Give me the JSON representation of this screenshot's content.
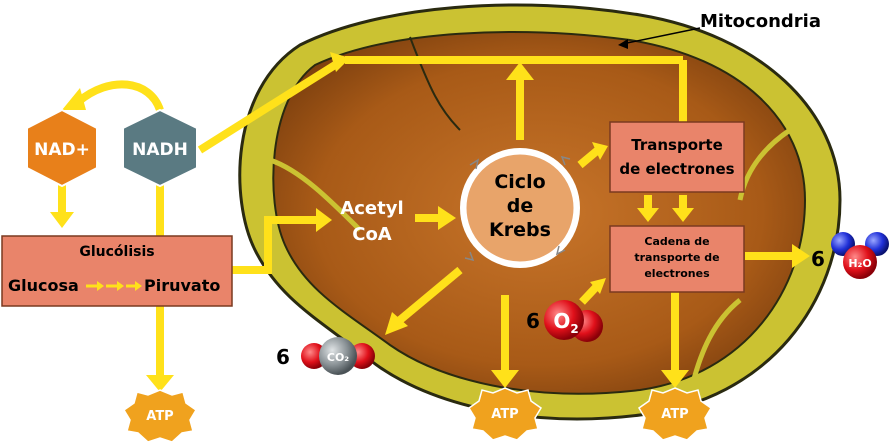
{
  "mitochondria_label": "Mitocondria",
  "hexagons": {
    "nad_plus": "NAD+",
    "nadh": "NADH"
  },
  "glycolysis": {
    "title": "Glucólisis",
    "glucose": "Glucosa",
    "pyruvate": "Piruvato"
  },
  "acetyl_coa": {
    "line1": "Acetyl",
    "line2": "CoA"
  },
  "krebs": {
    "line1": "Ciclo",
    "line2": "de",
    "line3": "Krebs"
  },
  "electron_transport": {
    "line1": "Transporte",
    "line2": "de electrones"
  },
  "transport_chain": {
    "line1": "Cadena de",
    "line2": "transporte de",
    "line3": "electrones"
  },
  "atp": [
    "ATP",
    "ATP",
    "ATP"
  ],
  "co2": {
    "count": "6",
    "label": "CO₂"
  },
  "o2": {
    "count": "6",
    "label": "O",
    "subscript": "2"
  },
  "h2o": {
    "count": "6",
    "label": "H₂O"
  },
  "colors": {
    "arrow": "#ffe11a",
    "box_fill": "#e9846a",
    "outer_membrane": "#cbc232",
    "matrix": "#b8671e",
    "nad_plus": "#e8801a",
    "nadh": "#5a7a82",
    "krebs_fill": "#e8a46a",
    "atp_fill": "#f0a21e"
  }
}
